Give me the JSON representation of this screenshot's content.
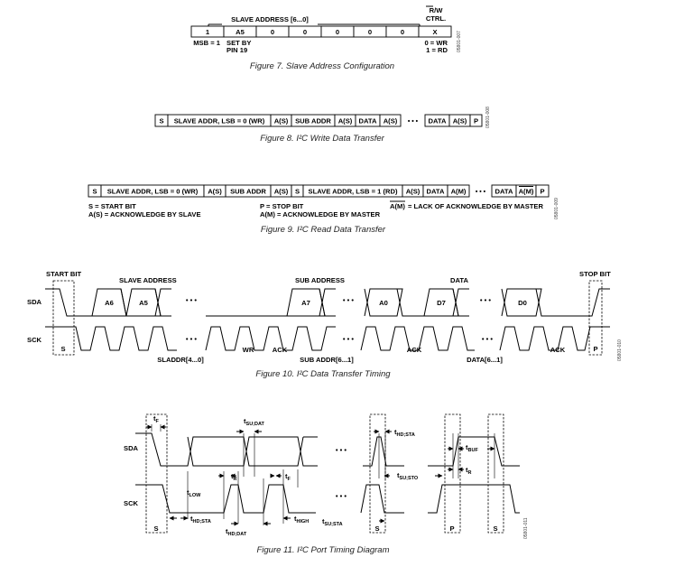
{
  "fig7": {
    "title": "SLAVE ADDRESS [6...0]",
    "rw_line1": "R/W",
    "rw_line2": "CTRL.",
    "cells": [
      "1",
      "A5",
      "0",
      "0",
      "0",
      "0",
      "0",
      "X"
    ],
    "msb": "MSB = 1",
    "set_by_1": "SET BY",
    "set_by_2": "PIN 19",
    "wr": "0 = WR",
    "rd": "1 = RD",
    "code": "05801-007",
    "caption": "Figure 7. Slave Address Configuration"
  },
  "fig8": {
    "cells": [
      "S",
      "SLAVE ADDR, LSB = 0 (WR)",
      "A(S)",
      "SUB ADDR",
      "A(S)",
      "DATA",
      "A(S)",
      "DATA",
      "A(S)",
      "P"
    ],
    "dots": "• • •",
    "code": "05801-008",
    "caption": "Figure 8. I²C Write Data Transfer"
  },
  "fig9": {
    "cells": [
      "S",
      "SLAVE ADDR, LSB = 0 (WR)",
      "A(S)",
      "SUB ADDR",
      "A(S)",
      "S",
      "SLAVE ADDR, LSB = 1 (RD)",
      "A(S)",
      "DATA",
      "A(M)",
      "DATA",
      "A(M)",
      "P"
    ],
    "dots": "• • •",
    "legend": {
      "s": "S = START BIT",
      "as": "A(S) = ACKNOWLEDGE BY SLAVE",
      "p": "P = STOP BIT",
      "am": "A(M) = ACKNOWLEDGE BY MASTER",
      "am_bar": "A(M)",
      "lack": "=  LACK OF ACKNOWLEDGE BY MASTER"
    },
    "code": "05801-009",
    "caption": "Figure 9. I²C Read Data Transfer"
  },
  "fig10": {
    "start_bit": "START BIT",
    "slave_address": "SLAVE ADDRESS",
    "sub_address": "SUB ADDRESS",
    "data": "DATA",
    "stop_bit": "STOP BIT",
    "sda": "SDA",
    "sck": "SCK",
    "bits": [
      "A6",
      "A5",
      "A7",
      "A0",
      "D7",
      "D0"
    ],
    "s": "S",
    "p": "P",
    "wr": "WR",
    "ack": "ACK",
    "sladdr": "SLADDR[4...0]",
    "subaddr": "SUB ADDR[6...1]",
    "data_bits": "DATA[6...1]",
    "dots": "• • •",
    "code": "05801-010",
    "caption": "Figure 10. I²C Data Transfer Timing"
  },
  "fig11": {
    "sda": "SDA",
    "sck": "SCK",
    "t": "t",
    "f": "F",
    "su_dat": "SU;DAT",
    "hd_sta": "HD;STA",
    "r": "R",
    "low": "LOW",
    "high": "HIGH",
    "hd_dat": "HD;DAT",
    "su_sta": "SU;STA",
    "su_sto": "SU;STO",
    "buf": "BUF",
    "s": "S",
    "p": "P",
    "dots": "• • •",
    "code": "05801-011",
    "caption": "Figure 11. I²C Port Timing Diagram"
  }
}
